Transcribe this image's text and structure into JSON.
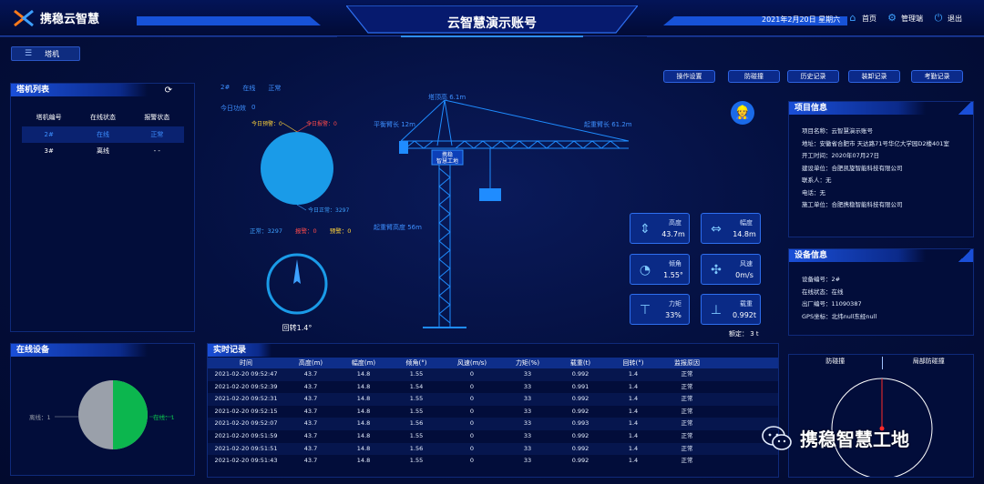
{
  "header": {
    "logo_text": "携稳云智慧",
    "title": "云智慧演示账号",
    "date": "2021年2月20日 星期六",
    "links": [
      {
        "label": "首页",
        "icon": "home-icon"
      },
      {
        "label": "管理端",
        "icon": "gear-icon"
      },
      {
        "label": "退出",
        "icon": "power-icon"
      }
    ]
  },
  "tab": {
    "label": "塔机",
    "icon": "list-icon"
  },
  "crane_list": {
    "title": "塔机列表",
    "columns": [
      "塔机编号",
      "在线状态",
      "报警状态"
    ],
    "rows": [
      [
        "2#",
        "在线",
        "正常"
      ],
      [
        "3#",
        "离线",
        "- -"
      ]
    ]
  },
  "online_devices": {
    "title": "在线设备",
    "offline_label": "离线：1",
    "online_label": "在线：1",
    "online_color": "#0cb64e",
    "offline_color": "#9aa0aa"
  },
  "status_bar": {
    "crane": "2#",
    "online": "在线",
    "alarm": "正常"
  },
  "today_work": {
    "label": "今日功效",
    "value": "0"
  },
  "pie": {
    "warn_label": "今日预警：0",
    "alarm_label": "今日报警：0",
    "normal_label": "今日正常：3297",
    "totals": [
      {
        "label": "正常：3297",
        "color": "#3da0ff"
      },
      {
        "label": "报警：0",
        "color": "#ff4a4a"
      },
      {
        "label": "预警：0",
        "color": "#ffd23a"
      }
    ]
  },
  "compass": {
    "label": "回转1.4°"
  },
  "crane_diagram": {
    "tower_height": "塔顶高 6.1m",
    "balance_arm": "平衡臂长 12m",
    "boom_arm": "起重臂长 61.2m",
    "lift_height": "起重臂高度 56m",
    "sign": [
      "携稳",
      "智慧工地"
    ]
  },
  "buttons": [
    "操作设置",
    "防碰撞",
    "历史记录",
    "装卸记录",
    "考勤记录"
  ],
  "metrics": [
    {
      "label": "高度",
      "value": "43.7m",
      "icon": "height-icon"
    },
    {
      "label": "幅度",
      "value": "14.8m",
      "icon": "range-icon"
    },
    {
      "label": "倾角",
      "value": "1.55°",
      "icon": "tilt-icon"
    },
    {
      "label": "风速",
      "value": "0m/s",
      "icon": "fan-icon"
    },
    {
      "label": "力矩",
      "value": "33%",
      "icon": "moment-icon"
    },
    {
      "label": "载重",
      "value": "0.992t",
      "icon": "weight-icon"
    }
  ],
  "rated_load": "额定： 3 t",
  "project_info": {
    "title": "项目信息",
    "lines": [
      "项目名称：云智慧演示账号",
      "地址：安徽省合肥市 天达路71号华亿大学园D2楼401室",
      "开工时间：2020年07月27日",
      "建设单位：合肥凯旋智能科技有限公司",
      "联系人：无",
      "电话：无",
      "施工单位：合肥携稳智能科技有限公司"
    ]
  },
  "device_info": {
    "title": "设备信息",
    "lines": [
      "设备编号：2#",
      "在线状态：在线",
      "出厂编号：11090387",
      "GPS坐标：北纬null东经null"
    ]
  },
  "realtime": {
    "title": "实时记录",
    "columns": [
      "时间",
      "高度(m)",
      "幅度(m)",
      "倾角(°)",
      "风速(m/s)",
      "力矩(%)",
      "载重(t)",
      "回转(°)",
      "监报原因"
    ],
    "rows": [
      [
        "2021-02-20 09:52:47",
        "43.7",
        "14.8",
        "1.55",
        "0",
        "33",
        "0.992",
        "1.4",
        "正常"
      ],
      [
        "2021-02-20 09:52:39",
        "43.7",
        "14.8",
        "1.54",
        "0",
        "33",
        "0.991",
        "1.4",
        "正常"
      ],
      [
        "2021-02-20 09:52:31",
        "43.7",
        "14.8",
        "1.55",
        "0",
        "33",
        "0.992",
        "1.4",
        "正常"
      ],
      [
        "2021-02-20 09:52:15",
        "43.7",
        "14.8",
        "1.55",
        "0",
        "33",
        "0.992",
        "1.4",
        "正常"
      ],
      [
        "2021-02-20 09:52:07",
        "43.7",
        "14.8",
        "1.56",
        "0",
        "33",
        "0.993",
        "1.4",
        "正常"
      ],
      [
        "2021-02-20 09:51:59",
        "43.7",
        "14.8",
        "1.55",
        "0",
        "33",
        "0.992",
        "1.4",
        "正常"
      ],
      [
        "2021-02-20 09:51:51",
        "43.7",
        "14.8",
        "1.56",
        "0",
        "33",
        "0.992",
        "1.4",
        "正常"
      ],
      [
        "2021-02-20 09:51:43",
        "43.7",
        "14.8",
        "1.55",
        "0",
        "33",
        "0.992",
        "1.4",
        "正常"
      ]
    ]
  },
  "anti_collision": {
    "col1": "防碰撞",
    "col2": "局部防碰撞"
  },
  "watermark": "携稳智慧工地"
}
